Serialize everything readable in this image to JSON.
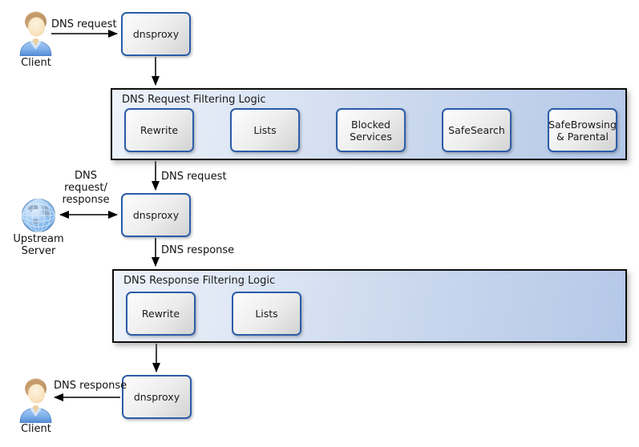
{
  "nodes": {
    "client_top": "Client",
    "client_bottom": "Client",
    "upstream": "Upstream\nServer",
    "dnsproxy_top": "dnsproxy",
    "dnsproxy_middle": "dnsproxy",
    "dnsproxy_bottom": "dnsproxy"
  },
  "containers": {
    "request": {
      "title": "DNS Request Filtering Logic",
      "steps": [
        "Rewrite",
        "Lists",
        "Blocked Services",
        "SafeSearch",
        "SafeBrowsing & Parental"
      ]
    },
    "response": {
      "title": "DNS Response Filtering Logic",
      "steps": [
        "Rewrite",
        "Lists"
      ]
    }
  },
  "edges": {
    "client_request": "DNS request",
    "filtered_request": "DNS request",
    "upstream_exchange": "DNS\nrequest/\nresponse",
    "upstream_response": "DNS response",
    "client_response": "DNS response"
  },
  "icons": {
    "client_top": "person-icon",
    "client_bottom": "person-icon",
    "upstream": "globe-icon"
  },
  "colors": {
    "box_border": "#2b5ca8",
    "box_fill_start": "#fdfdfd",
    "box_fill_end": "#d2d2d2",
    "container_border": "#0d0d0d",
    "container_fill_start": "#eef3fb",
    "container_fill_end": "#b4c8e8",
    "arrow": "#000000",
    "text": "#111111",
    "background": "#ffffff"
  }
}
